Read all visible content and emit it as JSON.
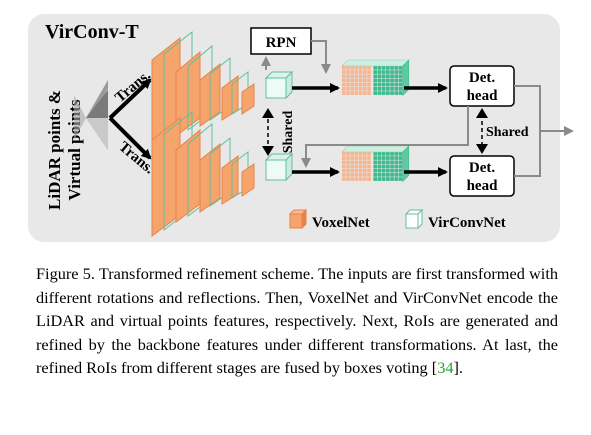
{
  "figure": {
    "title": "VirConv-T",
    "side_label_line1": "LiDAR points &",
    "side_label_line2": "Virtual points",
    "trans_top": "Trans.",
    "trans_bottom": "Trans.",
    "rpn": "RPN",
    "shared_vertical": "Shared",
    "shared_right": "Shared",
    "det_head_top_line1": "Det.",
    "det_head_top_line2": "head",
    "det_head_bottom_line1": "Det.",
    "det_head_bottom_line2": "head",
    "legend": [
      {
        "label": "VoxelNet",
        "color": "#f5a46b"
      },
      {
        "label": "VirConvNet",
        "color": "#a6e3cf"
      }
    ],
    "colors": {
      "panel": "#e8e8e8",
      "orange": "#f5a46b",
      "orange_dark": "#e8824a",
      "green": "#a6e3cf",
      "green_dark": "#5fbf9c",
      "feature_orange": "#f7b690",
      "feature_green": "#3dbb8f"
    }
  },
  "caption": {
    "text": "Figure 5. Transformed refinement scheme. The inputs are first transformed with different rotations and reflections. Then, VoxelNet and VirConvNet encode the LiDAR and virtual points features, respectively. Next, RoIs are generated and refined by the backbone features under different transformations. At last, the refined RoIs from different stages are fused by boxes voting [",
    "citation": "34",
    "end": "]."
  }
}
